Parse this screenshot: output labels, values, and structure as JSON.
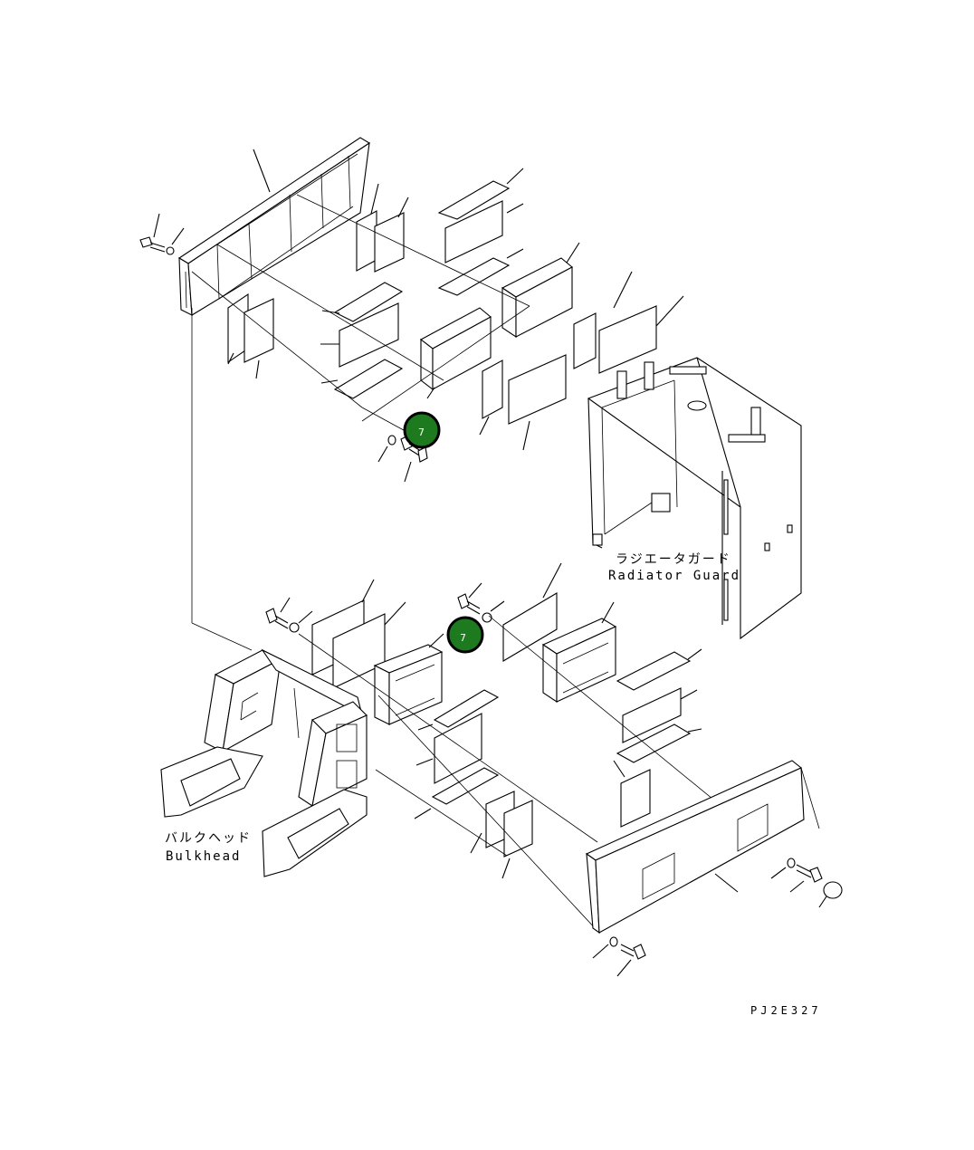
{
  "labels": {
    "radiator_guard_jp": "ラジエータガード",
    "radiator_guard_en": "Radiator Guard",
    "bulkhead_jp": "バルクヘッド",
    "bulkhead_en": "Bulkhead",
    "drawing_code": "PJ2E327"
  },
  "callouts": [
    {
      "number": "7",
      "color": "#1e7a1e"
    },
    {
      "number": "7",
      "color": "#1e7a1e"
    }
  ],
  "colors": {
    "line": "#000000",
    "background": "#ffffff",
    "callout_fill": "#1e7a1e",
    "callout_ring": "#000000"
  }
}
